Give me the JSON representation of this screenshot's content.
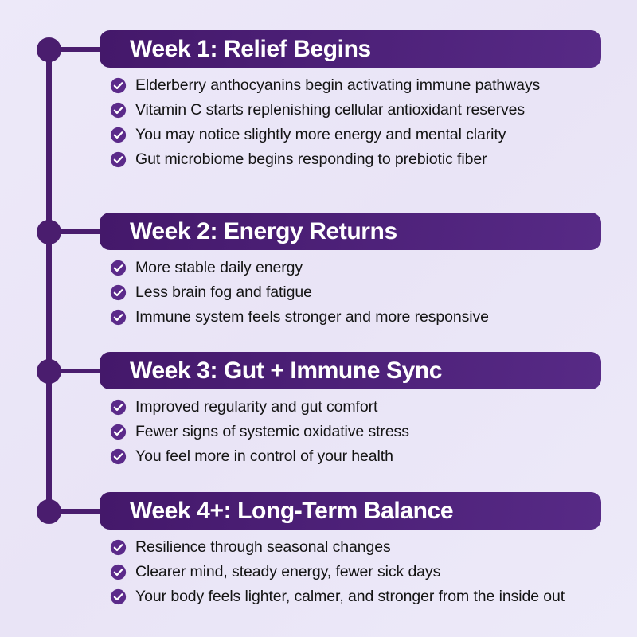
{
  "theme": {
    "background": "#EDE9F9",
    "rail_color": "#4A1D6E",
    "bar_gradient_start": "#44186A",
    "bar_gradient_end": "#572A86",
    "check_circle_color": "#5B2A8A",
    "check_mark_color": "#FFFFFF",
    "title_color": "#FFFFFF",
    "body_text_color": "#141414"
  },
  "timeline": {
    "icons": {
      "node": "timeline-node-icon",
      "check": "check-circle-icon"
    },
    "sections": [
      {
        "id": "week-1",
        "title": "Week 1: Relief Begins",
        "bullets": [
          "Elderberry anthocyanins begin activating immune pathways",
          "Vitamin C starts replenishing cellular antioxidant reserves",
          "You may notice slightly more energy and mental clarity",
          "Gut microbiome begins responding to prebiotic fiber"
        ]
      },
      {
        "id": "week-2",
        "title": "Week 2: Energy Returns",
        "bullets": [
          "More stable daily energy",
          "Less brain fog and fatigue",
          "Immune system feels stronger and more responsive"
        ]
      },
      {
        "id": "week-3",
        "title": "Week 3: Gut + Immune Sync",
        "bullets": [
          "Improved regularity and gut comfort",
          "Fewer signs of systemic oxidative stress",
          "You feel more in control of your health"
        ]
      },
      {
        "id": "week-4",
        "title": "Week 4+: Long-Term Balance",
        "bullets": [
          "Resilience through seasonal changes",
          "Clearer mind, steady energy, fewer sick days",
          "Your body feels lighter, calmer, and stronger from the inside out"
        ]
      }
    ]
  }
}
